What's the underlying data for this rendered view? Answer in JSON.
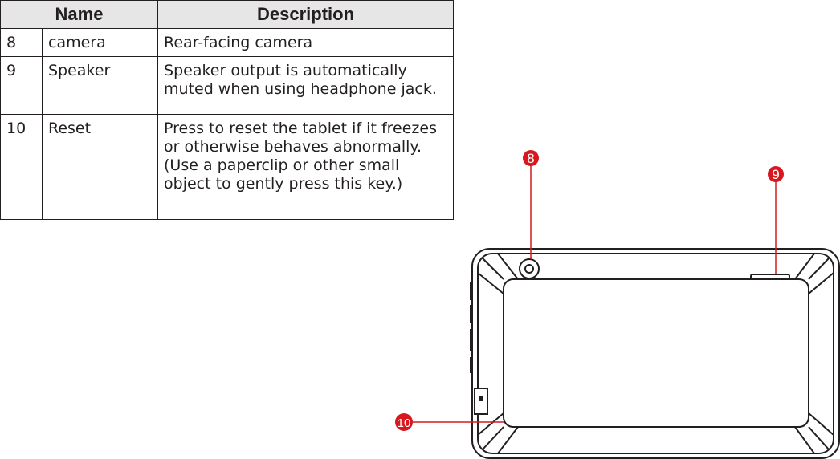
{
  "table": {
    "headers": {
      "name": "Name",
      "description": "Description"
    },
    "rows": [
      {
        "num": "8",
        "name": "camera",
        "description": "Rear-facing camera"
      },
      {
        "num": "9",
        "name": "Speaker",
        "description": "Speaker output is automatically muted when using headphone jack."
      },
      {
        "num": "10",
        "name": "Reset",
        "description": "Press to reset the tablet if it freezes or otherwise behaves abnormally. (Use a paperclip or other small object to gently press this key.)"
      }
    ]
  },
  "callouts": [
    {
      "id": "8",
      "label": "8"
    },
    {
      "id": "9",
      "label": "9"
    },
    {
      "id": "10",
      "label": "10"
    }
  ],
  "colors": {
    "callout": "#d7191f",
    "line": "#231f20"
  }
}
